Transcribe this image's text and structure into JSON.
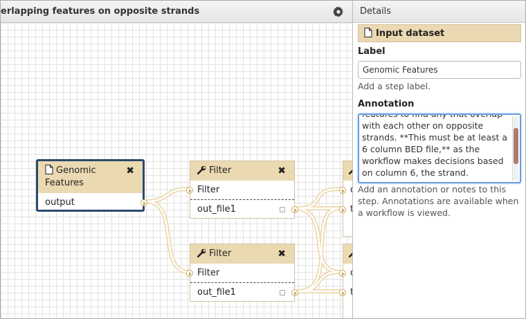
{
  "canvas": {
    "title": "erlapping features on opposite strands",
    "settings_icon": "gear-icon"
  },
  "nodes": {
    "input": {
      "title": "Genomic Features",
      "title_icon": "file-icon",
      "close_icon": "close-icon",
      "output_label": "output"
    },
    "filter1": {
      "title": "Filter",
      "title_icon": "wrench-icon",
      "close_icon": "close-icon",
      "input_label": "Filter",
      "output_label": "out_file1"
    },
    "filter2": {
      "title": "Filter",
      "title_icon": "wrench-icon",
      "close_icon": "close-icon",
      "input_label": "Filter",
      "output_label": "out_file1"
    },
    "partial1": {
      "row1": "o",
      "row2": "t"
    },
    "partial2": {
      "row1": "o",
      "row2": "t"
    }
  },
  "details": {
    "header": "Details",
    "step_title": "Input dataset",
    "step_icon": "file-icon",
    "label_heading": "Label",
    "label_value": "Genomic Features",
    "label_help": "Add a step label.",
    "annotation_heading": "Annotation",
    "annotation_value": "features to find any that overlap with each other on opposite strands. **This must be at least a 6 column BED file,** as the workflow makes decisions based on column 6, the strand.",
    "annotation_help": "Add an annotation or notes to this step. Annotations are available when a workflow is viewed."
  },
  "colors": {
    "node_header": "#ebd9b2",
    "node_border": "#d3c29e",
    "selected_border": "#2b4a6b",
    "connector": "#ecd9ad",
    "focus_border": "#6a9edb"
  }
}
